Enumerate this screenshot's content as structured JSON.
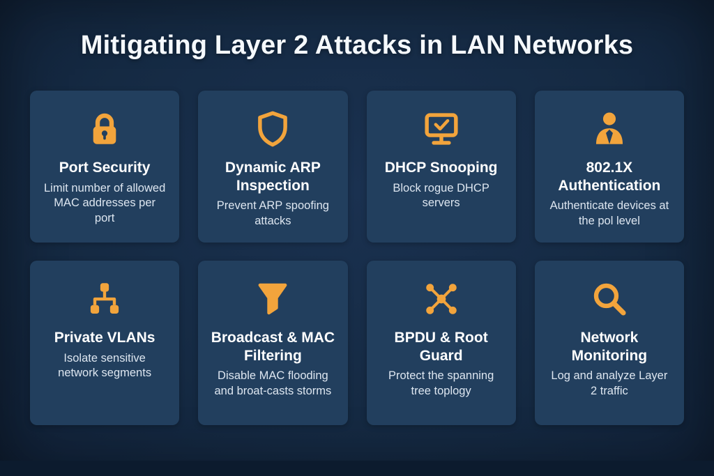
{
  "page": {
    "title": "Mitigating Layer 2 Attacks in LAN Networks",
    "colors": {
      "background": "#152a43",
      "card": "#223f5e",
      "accent": "#F2A43C",
      "title_text": "#f5f9fd",
      "desc_text": "#dde6f0"
    }
  },
  "cards": [
    {
      "title": "Port Security",
      "description": "Limit number of allowed MAC addresses per port",
      "icon": "lock-icon"
    },
    {
      "title": "Dynamic ARP Inspection",
      "description": "Prevent ARP spoofing attacks",
      "icon": "shield-icon"
    },
    {
      "title": "DHCP Snooping",
      "description": "Block rogue DHCP servers",
      "icon": "monitor-check-icon"
    },
    {
      "title": "802.1X Authentication",
      "description": "Authenticate devices at the pol level",
      "icon": "user-tie-icon"
    },
    {
      "title": "Private VLANs",
      "description": "Isolate sensitive network segments",
      "icon": "vlan-branch-icon"
    },
    {
      "title": "Broadcast & MAC Filtering",
      "description": "Disable MAC flooding and broat-casts storms",
      "icon": "funnel-icon"
    },
    {
      "title": "BPDU & Root Guard",
      "description": "Protect the spanning tree toplogy",
      "icon": "network-hub-icon"
    },
    {
      "title": "Network Monitoring",
      "description": "Log and analyze Layer 2 traffic",
      "icon": "magnifier-icon"
    }
  ]
}
